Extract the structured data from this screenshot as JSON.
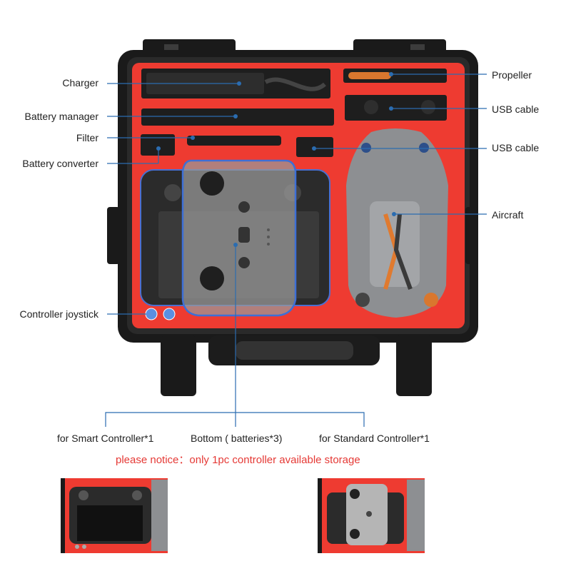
{
  "labels": {
    "charger": "Charger",
    "battery_manager": "Battery manager",
    "filter": "Filter",
    "battery_converter": "Battery converter",
    "controller_joystick": "Controller joystick",
    "propeller": "Propeller",
    "usb_cable_1": "USB cable",
    "usb_cable_2": "USB cable",
    "aircraft": "Aircraft"
  },
  "captions": {
    "smart": "for Smart Controller*1",
    "bottom": "Bottom ( batteries*3)",
    "standard": "for Standard Controller*1"
  },
  "notice": "please notice：only 1pc controller available storage",
  "colors": {
    "foam": "#ee3b31",
    "case": "#1a1a1a",
    "callout": "#2b6cb0",
    "notice": "#e53935"
  }
}
